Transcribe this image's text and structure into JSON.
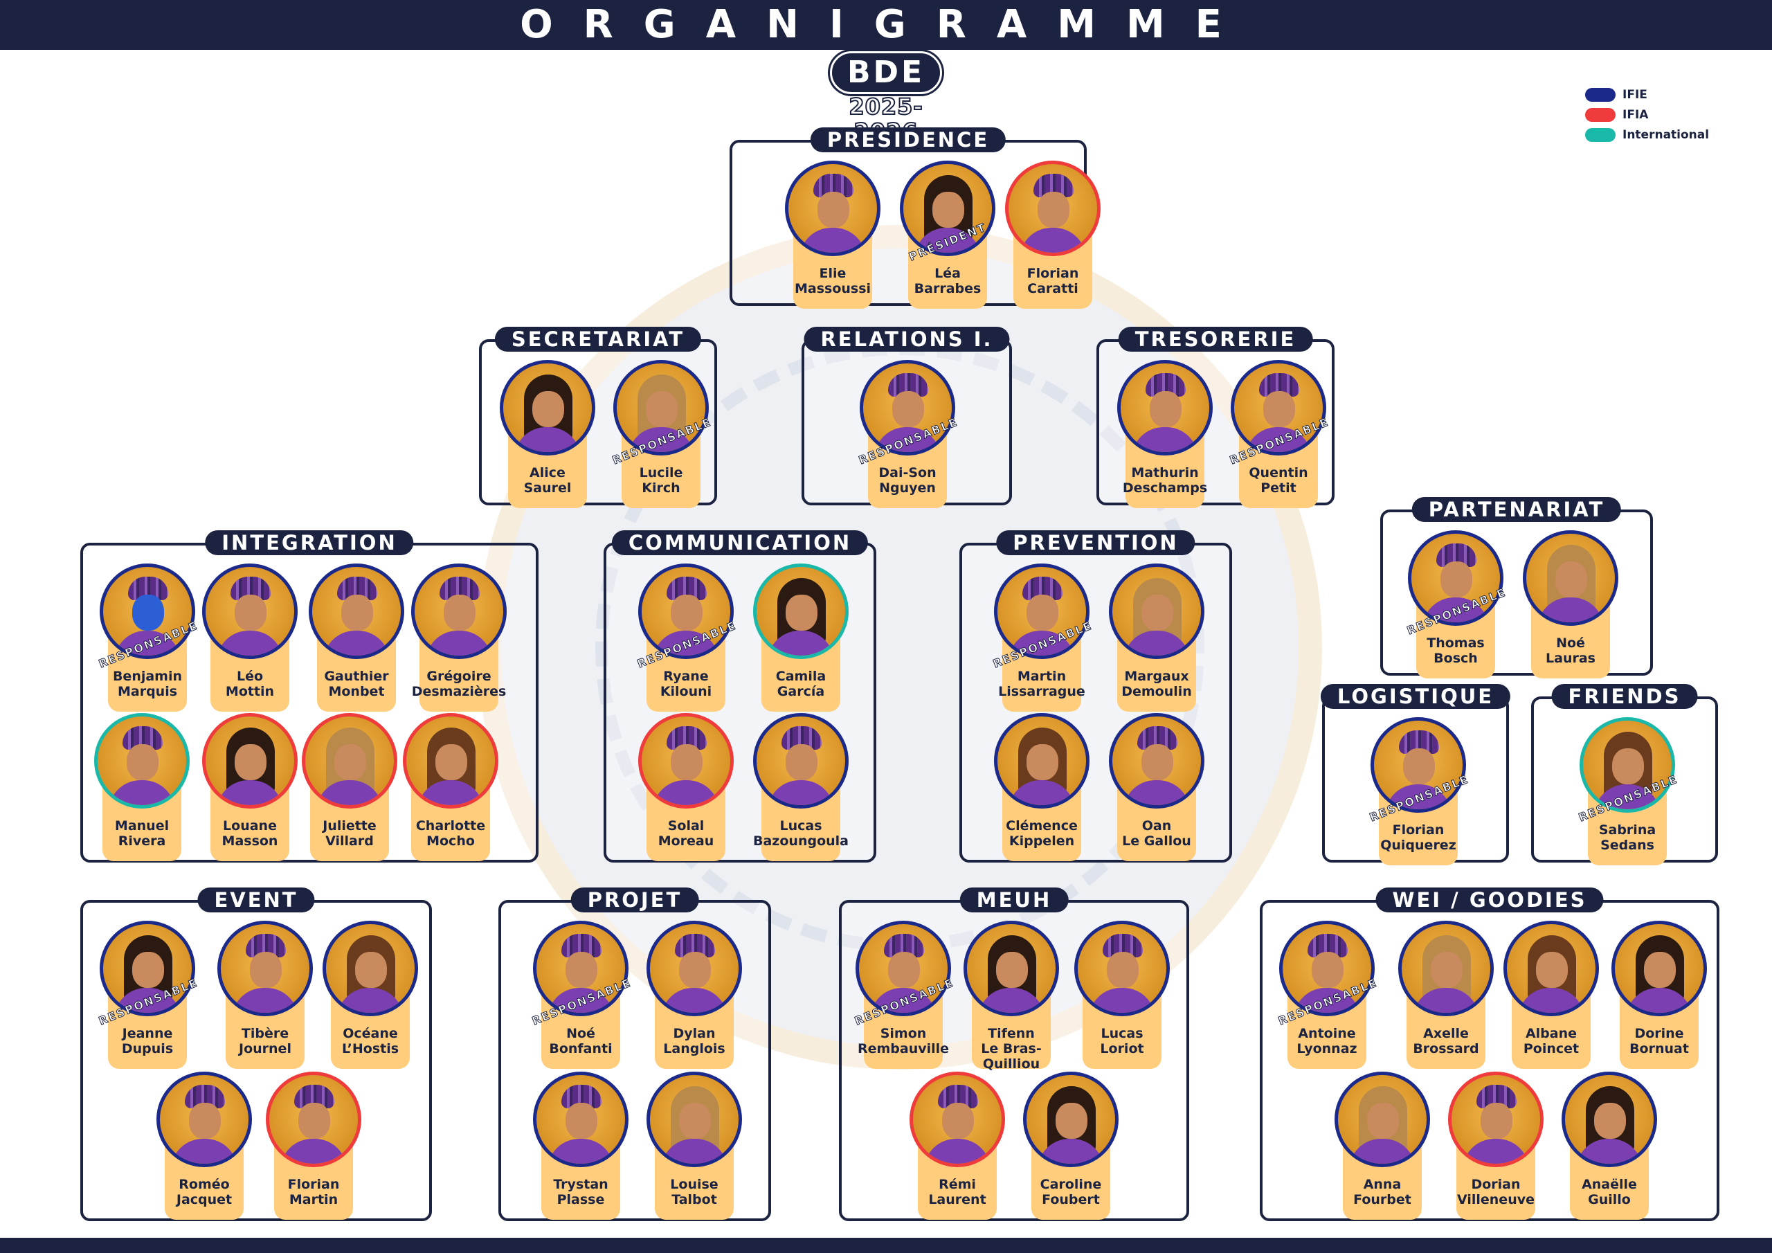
{
  "title": "ORGANIGRAMME",
  "logo": {
    "name": "BDE",
    "year": "2025-2026"
  },
  "legend": [
    {
      "label": "IFIE",
      "color": "#1b2a8a"
    },
    {
      "label": "IFIA",
      "color": "#ef3b3b"
    },
    {
      "label": "International",
      "color": "#1ab8a8"
    }
  ],
  "colors": {
    "ifie": "#1b2a8a",
    "ifia": "#ef3b3b",
    "international": "#1ab8a8",
    "navy": "#1c2340",
    "card": "#ffcd7c"
  },
  "teams": [
    {
      "title": "PRESIDENCE",
      "members": [
        {
          "first": "Elie",
          "last": "Massoussi",
          "group": "ifie"
        },
        {
          "first": "Léa",
          "last": "Barrabes",
          "group": "ifie",
          "badge": "PRÉSIDENT",
          "look": "girl"
        },
        {
          "first": "Florian",
          "last": "Caratti",
          "group": "ifia"
        }
      ]
    },
    {
      "title": "SECRETARIAT",
      "members": [
        {
          "first": "Alice",
          "last": "Saurel",
          "group": "ifie",
          "look": "girl"
        },
        {
          "first": "Lucile",
          "last": "Kirch",
          "group": "ifie",
          "badge": "RESPONSABLE",
          "look": "girl"
        }
      ]
    },
    {
      "title": "RELATIONS I.",
      "members": [
        {
          "first": "Dai-Son",
          "last": "Nguyen",
          "group": "ifie",
          "badge": "RESPONSABLE"
        }
      ]
    },
    {
      "title": "TRESORERIE",
      "members": [
        {
          "first": "Mathurin",
          "last": "Deschamps",
          "group": "ifie"
        },
        {
          "first": "Quentin",
          "last": "Petit",
          "group": "ifie",
          "badge": "RESPONSABLE"
        }
      ]
    },
    {
      "title": "PARTENARIAT",
      "members": [
        {
          "first": "Thomas",
          "last": "Bosch",
          "group": "ifie",
          "badge": "RESPONSABLE"
        },
        {
          "first": "Noé",
          "last": "Lauras",
          "group": "ifie",
          "look": "girl"
        }
      ]
    },
    {
      "title": "INTEGRATION",
      "members": [
        {
          "first": "Benjamin",
          "last": "Marquis",
          "group": "ifie",
          "badge": "RESPONSABLE",
          "look": "blue"
        },
        {
          "first": "Léo",
          "last": "Mottin",
          "group": "ifie"
        },
        {
          "first": "Gauthier",
          "last": "Monbet",
          "group": "ifie"
        },
        {
          "first": "Grégoire",
          "last": "Desmazières",
          "group": "ifie"
        },
        {
          "first": "Manuel",
          "last": "Rivera",
          "group": "intl"
        },
        {
          "first": "Louane",
          "last": "Masson",
          "group": "ifia",
          "look": "girl"
        },
        {
          "first": "Juliette",
          "last": "Villard",
          "group": "ifia",
          "look": "girl"
        },
        {
          "first": "Charlotte",
          "last": "Mocho",
          "group": "ifia",
          "look": "girl"
        }
      ]
    },
    {
      "title": "COMMUNICATION",
      "members": [
        {
          "first": "Ryane",
          "last": "Kilouni",
          "group": "ifie",
          "badge": "RESPONSABLE"
        },
        {
          "first": "Camila",
          "last": "García",
          "group": "intl",
          "look": "girl"
        },
        {
          "first": "Solal",
          "last": "Moreau",
          "group": "ifia"
        },
        {
          "first": "Lucas",
          "last": "Bazoungoula",
          "group": "ifie"
        }
      ]
    },
    {
      "title": "PREVENTION",
      "members": [
        {
          "first": "Martin",
          "last": "Lissarrague",
          "group": "ifie",
          "badge": "RESPONSABLE"
        },
        {
          "first": "Margaux",
          "last": "Demoulin",
          "group": "ifie",
          "look": "girl"
        },
        {
          "first": "Clémence",
          "last": "Kippelen",
          "group": "ifie",
          "look": "girl"
        },
        {
          "first": "Oan",
          "last": "Le Gallou",
          "group": "ifie"
        }
      ]
    },
    {
      "title": "LOGISTIQUE",
      "members": [
        {
          "first": "Florian",
          "last": "Quiquerez",
          "group": "ifie",
          "badge": "RESPONSABLE"
        }
      ]
    },
    {
      "title": "FRIENDS",
      "members": [
        {
          "first": "Sabrina",
          "last": "Sedans",
          "group": "intl",
          "badge": "RESPONSABLE",
          "look": "girl"
        }
      ]
    },
    {
      "title": "EVENT",
      "members": [
        {
          "first": "Jeanne",
          "last": "Dupuis",
          "group": "ifie",
          "badge": "RESPONSABLE",
          "look": "girl"
        },
        {
          "first": "Tibère",
          "last": "Journel",
          "group": "ifie"
        },
        {
          "first": "Océane",
          "last": "L’Hostis",
          "group": "ifie",
          "look": "girl"
        },
        {
          "first": "Roméo",
          "last": "Jacquet",
          "group": "ifie"
        },
        {
          "first": "Florian",
          "last": "Martin",
          "group": "ifia"
        }
      ]
    },
    {
      "title": "PROJET",
      "members": [
        {
          "first": "Noé",
          "last": "Bonfanti",
          "group": "ifie",
          "badge": "RESPONSABLE"
        },
        {
          "first": "Dylan",
          "last": "Langlois",
          "group": "ifie"
        },
        {
          "first": "Trystan",
          "last": "Plasse",
          "group": "ifie"
        },
        {
          "first": "Louise",
          "last": "Talbot",
          "group": "ifie",
          "look": "girl"
        }
      ]
    },
    {
      "title": "MEUH",
      "members": [
        {
          "first": "Simon",
          "last": "Rembauville",
          "group": "ifie",
          "badge": "RESPONSABLE"
        },
        {
          "first": "Tifenn",
          "last": "Le Bras-Quilliou",
          "group": "ifie",
          "look": "girl"
        },
        {
          "first": "Lucas",
          "last": "Loriot",
          "group": "ifie"
        },
        {
          "first": "Rémi",
          "last": "Laurent",
          "group": "ifia"
        },
        {
          "first": "Caroline",
          "last": "Foubert",
          "group": "ifie",
          "look": "girl"
        }
      ]
    },
    {
      "title": "WEI / GOODIES",
      "members": [
        {
          "first": "Antoine",
          "last": "Lyonnaz",
          "group": "ifie",
          "badge": "RESPONSABLE"
        },
        {
          "first": "Axelle",
          "last": "Brossard",
          "group": "ifie",
          "look": "girl"
        },
        {
          "first": "Albane",
          "last": "Poincet",
          "group": "ifie",
          "look": "girl"
        },
        {
          "first": "Dorine",
          "last": "Bornuat",
          "group": "ifie",
          "look": "girl"
        },
        {
          "first": "Anna",
          "last": "Fourbet",
          "group": "ifie",
          "look": "girl"
        },
        {
          "first": "Dorian",
          "last": "Villeneuve",
          "group": "ifia"
        },
        {
          "first": "Anaëlle",
          "last": "Guillo",
          "group": "ifie",
          "look": "girl"
        }
      ]
    }
  ]
}
